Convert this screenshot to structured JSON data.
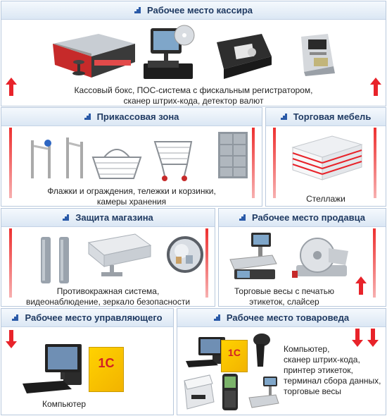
{
  "cashier": {
    "title": "Рабочее место кассира",
    "desc": [
      "Кассовый бокс, ПОС-система с фискальным регистратором,",
      "сканер штрих-кода, детектор валют"
    ]
  },
  "checkout_zone": {
    "title": "Прикассовая зона",
    "desc": [
      "Флажки и ограждения, тележки и корзинки,",
      "камеры хранения"
    ]
  },
  "furniture": {
    "title": "Торговая мебель",
    "desc": [
      "Стеллажи"
    ]
  },
  "protection": {
    "title": "Защита магазина",
    "desc": [
      "Противокражная система,",
      "видеонаблюдение, зеркало безопасности"
    ]
  },
  "seller": {
    "title": "Рабочее место продавца",
    "desc": [
      "Торговые весы с печатью",
      "этикеток, слайсер"
    ]
  },
  "manager": {
    "title": "Рабочее место управляющего",
    "desc": [
      "Компьютер"
    ],
    "box_label": "1С"
  },
  "merch": {
    "title": "Рабочее место товароведа",
    "desc": [
      "Компьютер,",
      "сканер штрих-кода,",
      "принтер этикеток,",
      "терминал сбора данных,",
      "торговые весы"
    ],
    "box_label": "1С"
  },
  "colors": {
    "accent_red": "#e8232a",
    "border": "#b9c9dd",
    "header_text": "#1f3a62"
  }
}
